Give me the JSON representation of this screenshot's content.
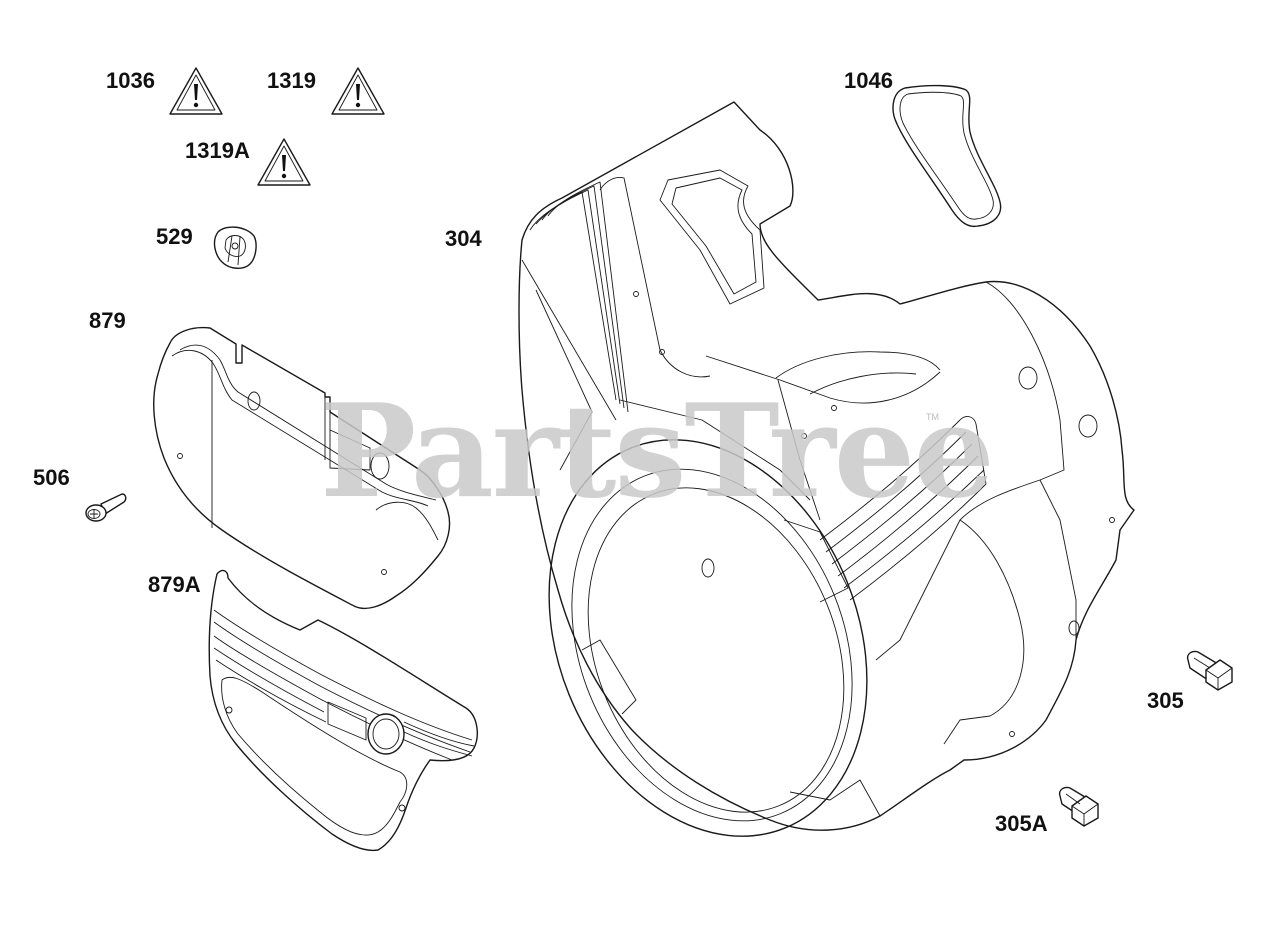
{
  "watermark": {
    "text": "PartsTree",
    "trademark": "TM"
  },
  "parts": [
    {
      "id": "1036",
      "label": "1036",
      "icon": "warning-triangle-icon"
    },
    {
      "id": "1319",
      "label": "1319",
      "icon": "warning-triangle-icon"
    },
    {
      "id": "1319A",
      "label": "1319A",
      "icon": "warning-triangle-icon"
    },
    {
      "id": "1046",
      "label": "1046"
    },
    {
      "id": "529",
      "label": "529"
    },
    {
      "id": "304",
      "label": "304"
    },
    {
      "id": "879",
      "label": "879"
    },
    {
      "id": "506",
      "label": "506"
    },
    {
      "id": "879A",
      "label": "879A"
    },
    {
      "id": "305",
      "label": "305"
    },
    {
      "id": "305A",
      "label": "305A"
    }
  ]
}
